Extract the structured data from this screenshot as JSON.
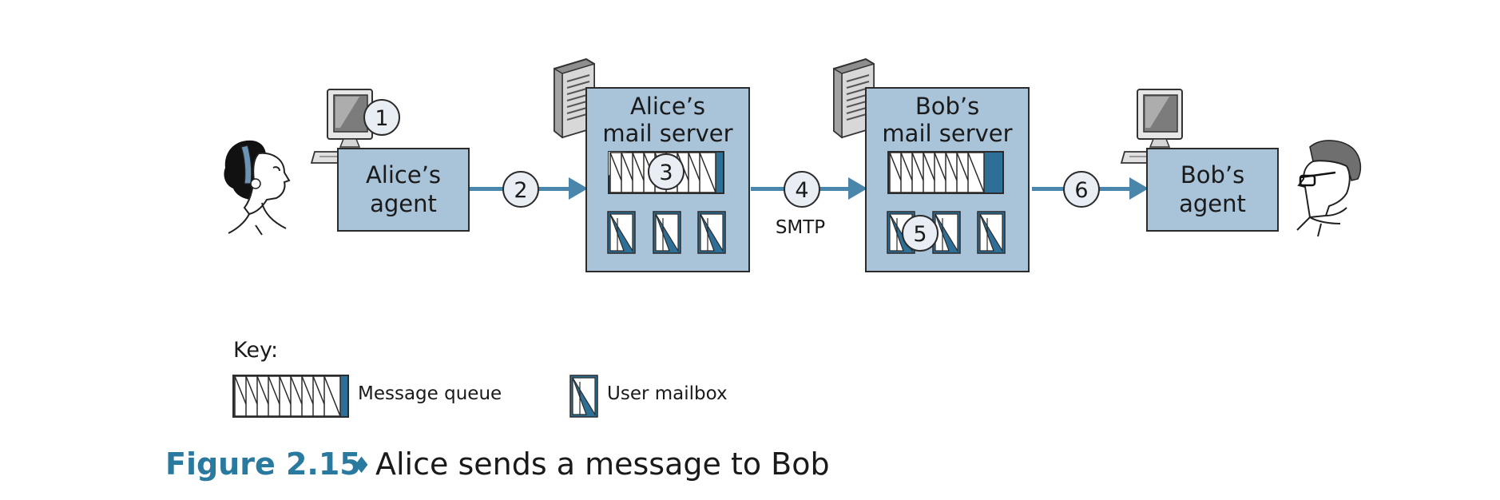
{
  "colors": {
    "box_fill": "#a9c3d8",
    "box_stroke": "#2b2b2b",
    "arrow": "#4a86ab",
    "queue_fill": "#2d6f96",
    "caption_accent": "#2a7aa0"
  },
  "nodes": {
    "alice_agent": [
      "Alice’s",
      "agent"
    ],
    "alice_server": [
      "Alice’s",
      "mail server"
    ],
    "bob_server": [
      "Bob’s",
      "mail server"
    ],
    "bob_agent": [
      "Bob’s",
      "agent"
    ]
  },
  "steps": [
    "1",
    "2",
    "3",
    "4",
    "5",
    "6"
  ],
  "protocol_label": "SMTP",
  "key": {
    "title": "Key:",
    "message_queue": "Message queue",
    "user_mailbox": "User mailbox"
  },
  "caption": {
    "number": "Figure 2.15",
    "separator": "♦",
    "text": "Alice sends a message to Bob"
  },
  "icons": [
    "computer-icon",
    "server-icon",
    "person-icon",
    "message-queue-icon",
    "user-mailbox-icon"
  ]
}
